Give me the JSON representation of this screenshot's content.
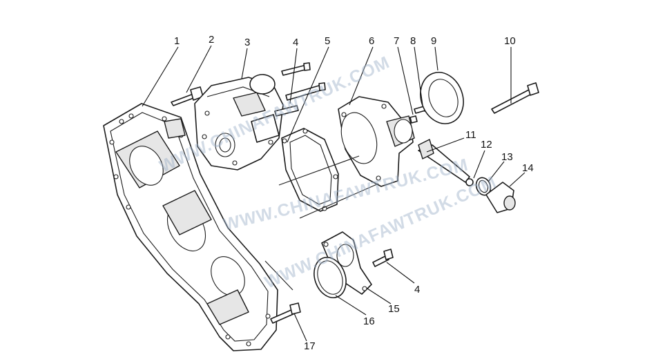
{
  "watermark_text": "WWW.CHINAFAWTRUK.COM",
  "colors": {
    "line": "#1a1a1a",
    "watermark": "#9db1c9",
    "background": "#ffffff"
  },
  "callouts": [
    "1",
    "2",
    "3",
    "4",
    "5",
    "6",
    "7",
    "8",
    "9",
    "10",
    "11",
    "12",
    "13",
    "14",
    "4",
    "15",
    "16",
    "17"
  ]
}
